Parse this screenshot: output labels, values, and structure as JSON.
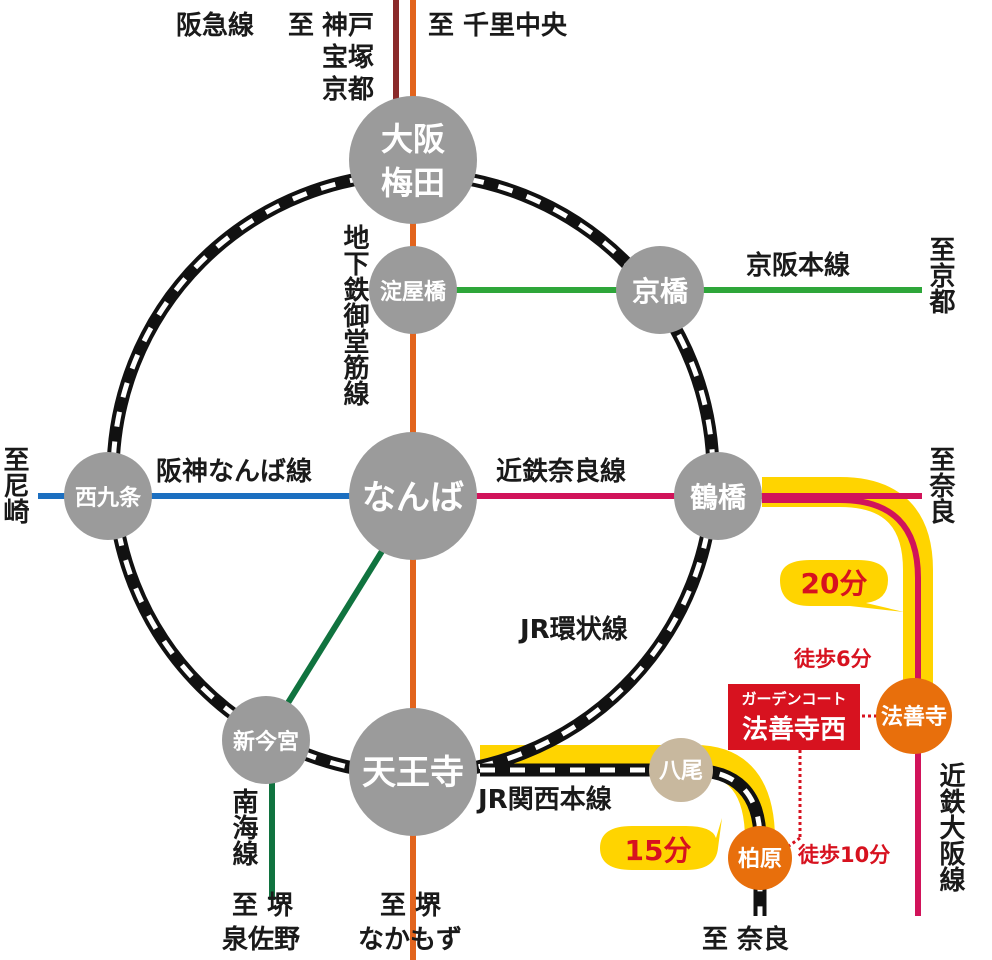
{
  "stations": {
    "umeda_1": "大阪",
    "umeda_2": "梅田",
    "yodoyabashi": "淀屋橋",
    "kyobashi": "京橋",
    "nishikujo": "西九条",
    "namba": "なんば",
    "tsuruhashi": "鶴橋",
    "shinimamiya": "新今宮",
    "tennoji": "天王寺",
    "yao": "八尾",
    "kashiwara": "柏原",
    "hozenji": "法善寺"
  },
  "lines": {
    "hankyu": "阪急線",
    "jr_loop": "JR環状線",
    "keihan": "京阪本線",
    "hanshin": "阪神なんば線",
    "kintetsu_nara": "近鉄奈良線",
    "jr_kansai": "JR関西本線",
    "nankai_v": "南海線",
    "midosuji_v": "地下鉄御堂筋線",
    "kintetsu_osaka_v": "近鉄大阪線"
  },
  "destinations": {
    "kobe_prefix": "至",
    "kobe": "神戸",
    "takarazuka": "宝塚",
    "kyoto_top": "京都",
    "senri": "至 千里中央",
    "kyoto_right_v": "至京都",
    "amagasaki_v": "至尼崎",
    "nara_right_v": "至奈良",
    "sakai_left": "至 堺",
    "izumisano": "泉佐野",
    "sakai_mid": "至 堺",
    "nakamozu": "なかもず",
    "nara_bottom": "至 奈良"
  },
  "callouts": {
    "time_upper": "20分",
    "time_lower": "15分",
    "walk_upper": "徒歩6分",
    "walk_lower": "徒歩10分",
    "garden_small": "ガーデンコート",
    "garden_big": "法善寺西"
  },
  "colors": {
    "midosuji": "#e2641d",
    "hankyu": "#8b2a2a",
    "keihan": "#2ea63a",
    "hanshin": "#1c6fc0",
    "kintetsu": "#d1135a",
    "nankai": "#10733f",
    "highlight": "#ffd400",
    "station": "#9b9b9b",
    "highlight_station": "#e86f0c",
    "red": "#d7121f"
  }
}
